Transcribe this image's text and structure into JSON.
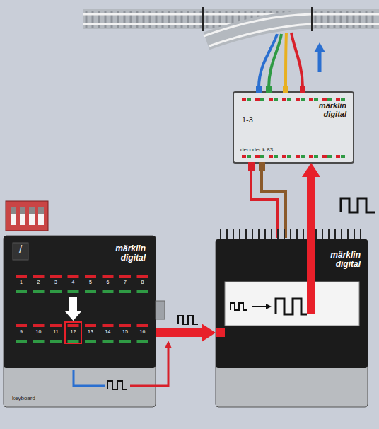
{
  "diagram": {
    "nodes": [
      {
        "text": [
          "1-3",
          "märklin digital",
          "decoder k 83"
        ]
      },
      {
        "text": [
          "märklin digital",
          "keyboard"
        ]
      },
      {
        "text": [
          "märklin digital"
        ]
      }
    ],
    "edges": [
      {
        "from": 1,
        "to": 2,
        "arrow": "to"
      },
      {
        "from": 2,
        "to": 0,
        "arrow": "to"
      }
    ],
    "labels": [
      "/",
      "1",
      "2",
      "3",
      "4",
      "5",
      "6",
      "7",
      "8",
      "9",
      "10",
      "11",
      "12",
      "13",
      "14",
      "15",
      "16"
    ]
  }
}
